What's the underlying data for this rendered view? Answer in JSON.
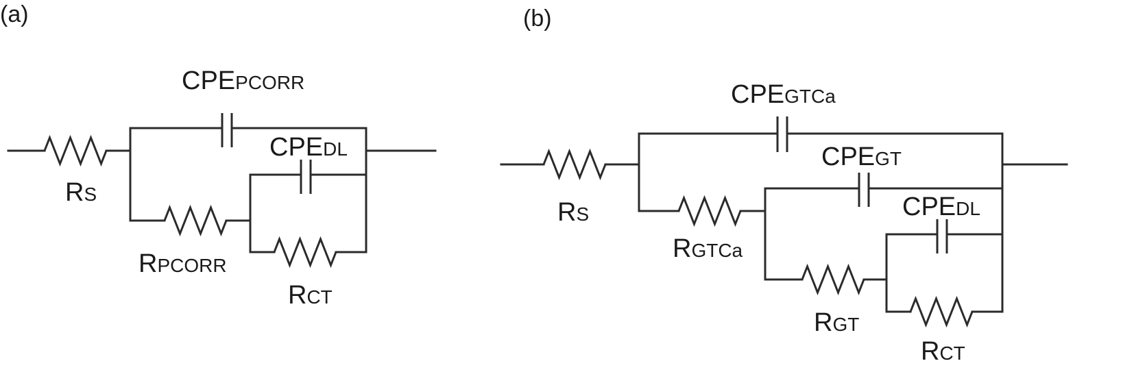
{
  "panels": [
    {
      "label": "(a)",
      "elements": {
        "r_s": {
          "main": "R",
          "sub": "S"
        },
        "cpe_pcorr": {
          "main": "CPE",
          "sub": "PCORR"
        },
        "cpe_dl": {
          "main": "CPE",
          "sub": "DL"
        },
        "r_pcorr": {
          "main": "R",
          "sub": "PCORR"
        },
        "r_ct": {
          "main": "R",
          "sub": "CT"
        }
      }
    },
    {
      "label": "(b)",
      "elements": {
        "r_s": {
          "main": "R",
          "sub": "S"
        },
        "cpe_gtca": {
          "main": "CPE",
          "sub": "GTCa"
        },
        "cpe_gt": {
          "main": "CPE",
          "sub": "GT"
        },
        "cpe_dl": {
          "main": "CPE",
          "sub": "DL"
        },
        "r_gtca": {
          "main": "R",
          "sub": "GTCa"
        },
        "r_gt": {
          "main": "R",
          "sub": "GT"
        },
        "r_ct": {
          "main": "R",
          "sub": "CT"
        }
      }
    }
  ]
}
